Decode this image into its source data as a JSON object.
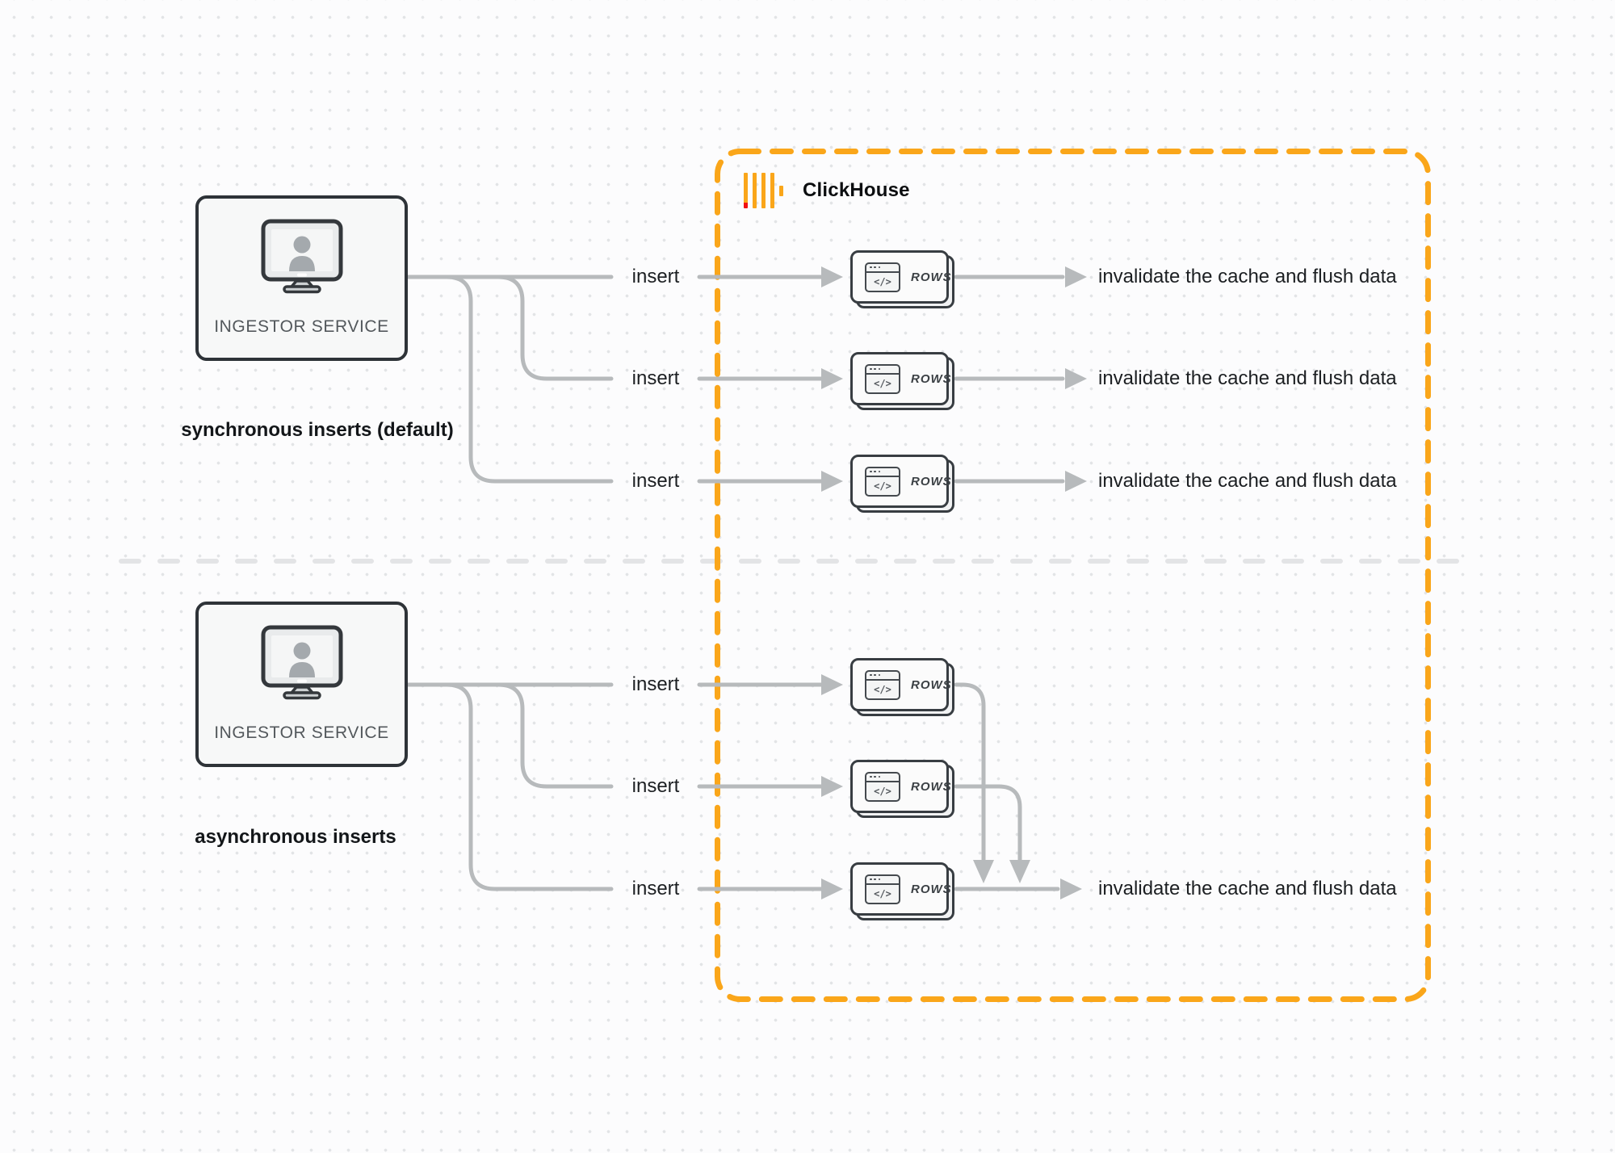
{
  "logo": {
    "label": "ClickHouse"
  },
  "sync": {
    "section_label": "synchronous inserts (default)",
    "service_label": "INGESTOR SERVICE",
    "rows": [
      {
        "insert": "insert",
        "card": "ROWS",
        "result": "invalidate the cache and flush data"
      },
      {
        "insert": "insert",
        "card": "ROWS",
        "result": "invalidate the cache and flush data"
      },
      {
        "insert": "insert",
        "card": "ROWS",
        "result": "invalidate the cache and flush data"
      }
    ]
  },
  "async": {
    "section_label": "asynchronous inserts",
    "service_label": "INGESTOR SERVICE",
    "rows": [
      {
        "insert": "insert",
        "card": "ROWS"
      },
      {
        "insert": "insert",
        "card": "ROWS"
      },
      {
        "insert": "insert",
        "card": "ROWS",
        "result": "invalidate the cache and flush data"
      }
    ]
  },
  "icons": {
    "code_glyph": "</>",
    "monitor": "monitor-user-icon",
    "code_window": "code-window-icon",
    "clickhouse_mark": "clickhouse-bars-icon"
  },
  "colors": {
    "accent_orange": "#faa61a",
    "logo_red": "#f21212",
    "connector_gray": "#b7babc",
    "border_dark": "#2e3338"
  }
}
